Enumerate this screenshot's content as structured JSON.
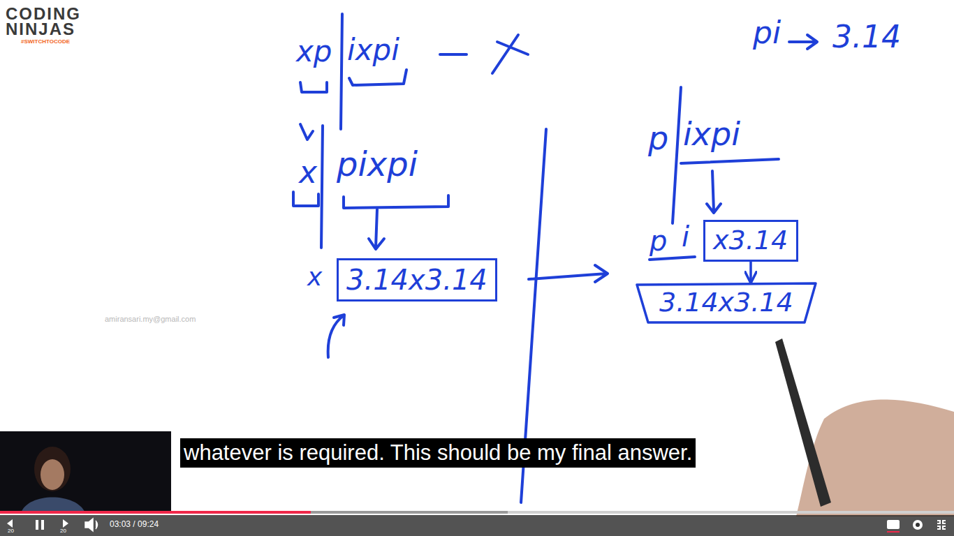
{
  "diagram": {
    "nodes": [
      {
        "text": [
          "3.14x3.14"
        ]
      },
      {
        "text": [
          "x3.14"
        ]
      },
      {
        "text": [
          "3.14x3.14"
        ]
      }
    ],
    "edges": [
      {
        "from": 1,
        "to": 2,
        "arrow": "to"
      }
    ],
    "labels": [
      "CODING",
      "NINJAS",
      "#SWITCHTOCODE",
      "xp",
      "ixpi",
      "pi",
      "3.14",
      "x",
      "pixpi",
      "x",
      "p",
      "ixpi",
      "p",
      "i",
      "amiransari.my@gmail.com",
      "whatever is required. This should be my final answer.",
      "20",
      "20",
      "03:03 / 09:24"
    ]
  }
}
